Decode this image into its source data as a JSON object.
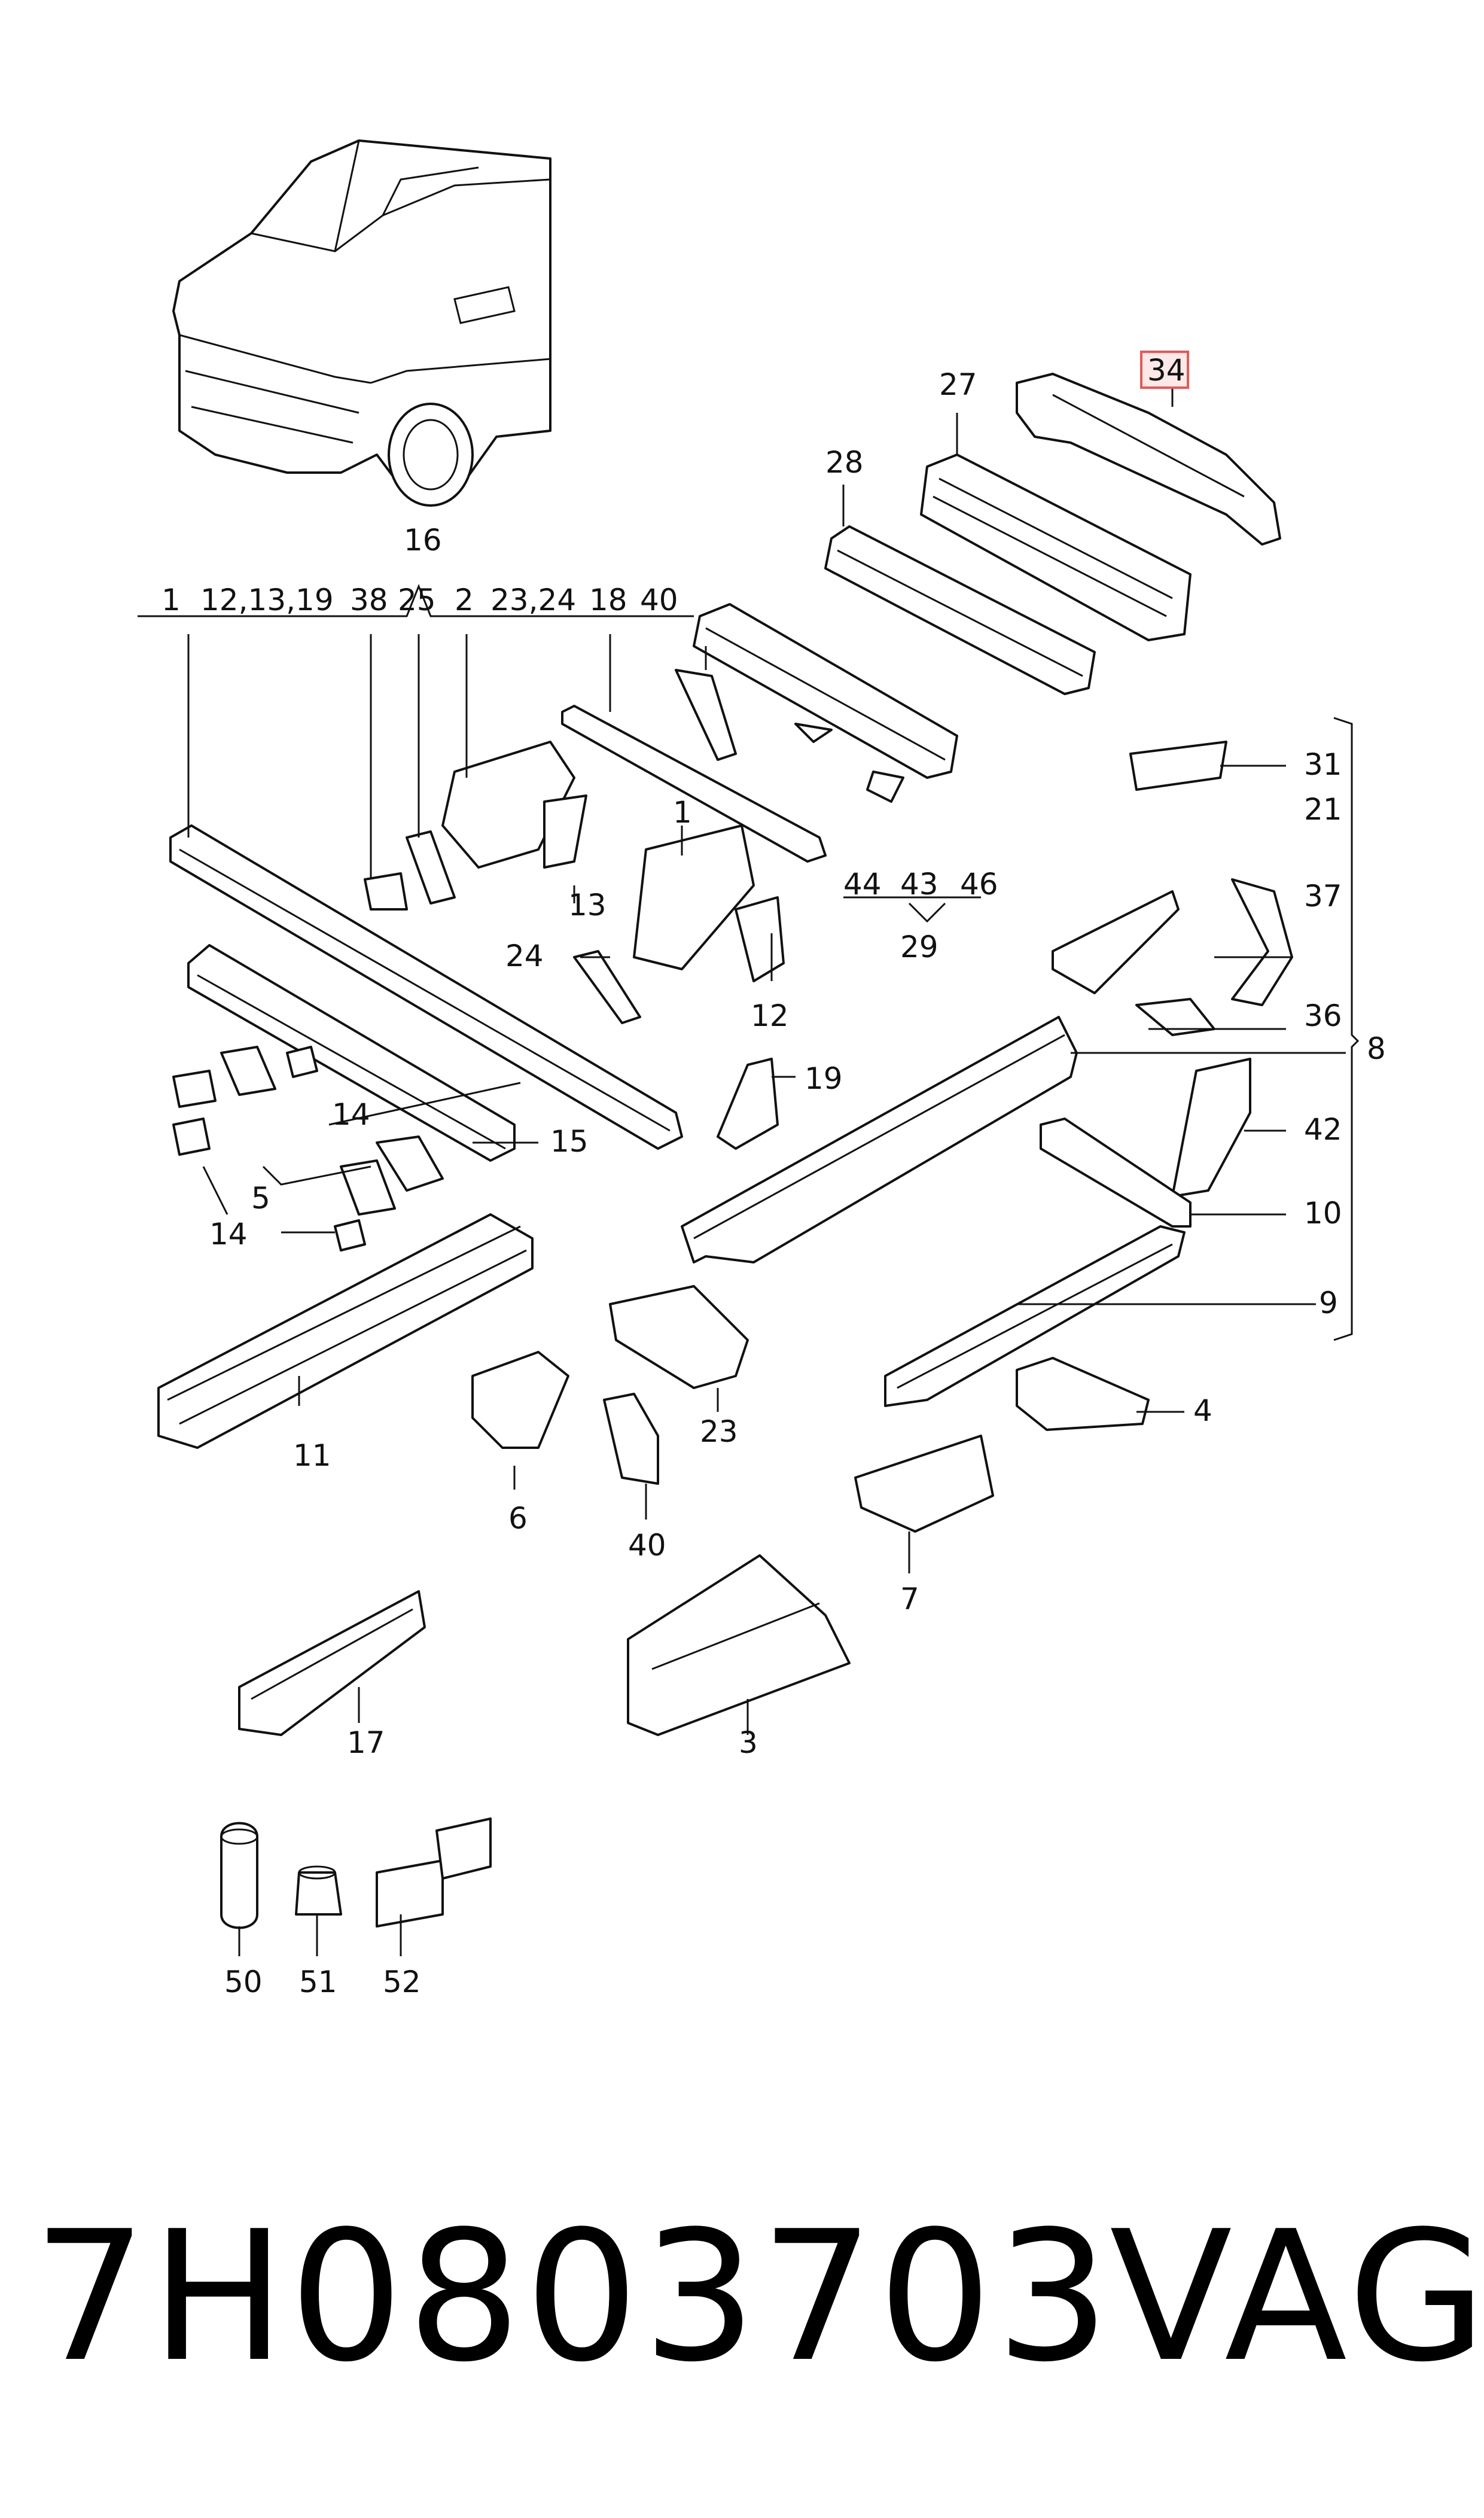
{
  "callouts": {
    "c1a": "1",
    "c1b": "1",
    "c2": "2",
    "c3": "3",
    "c4": "4",
    "c5": "5",
    "c6": "6",
    "c7": "7",
    "c8": "8",
    "c9": "9",
    "c10": "10",
    "c11": "11",
    "c12": "12",
    "c12_13_19": "12,13,19",
    "c13": "13",
    "c14a": "14",
    "c14b": "14",
    "c15": "15",
    "c16": "16",
    "c17": "17",
    "c18": "18",
    "c19": "19",
    "c21": "21",
    "c23": "23",
    "c23_24": "23,24",
    "c24": "24",
    "c25": "25",
    "c27": "27",
    "c28": "28",
    "c29": "29",
    "c31": "31",
    "c34": "34",
    "c36": "36",
    "c37": "37",
    "c38": "38",
    "c40a": "40",
    "c40b": "40",
    "c42": "42",
    "c43": "43",
    "c44": "44",
    "c46": "46",
    "c50": "50",
    "c51": "51",
    "c52": "52"
  },
  "highlight": {
    "callout": "34",
    "color": "#e05a5a",
    "fill": "#fde8e8"
  },
  "footer": {
    "part_number": "7H0803703",
    "brand": "VAG"
  }
}
